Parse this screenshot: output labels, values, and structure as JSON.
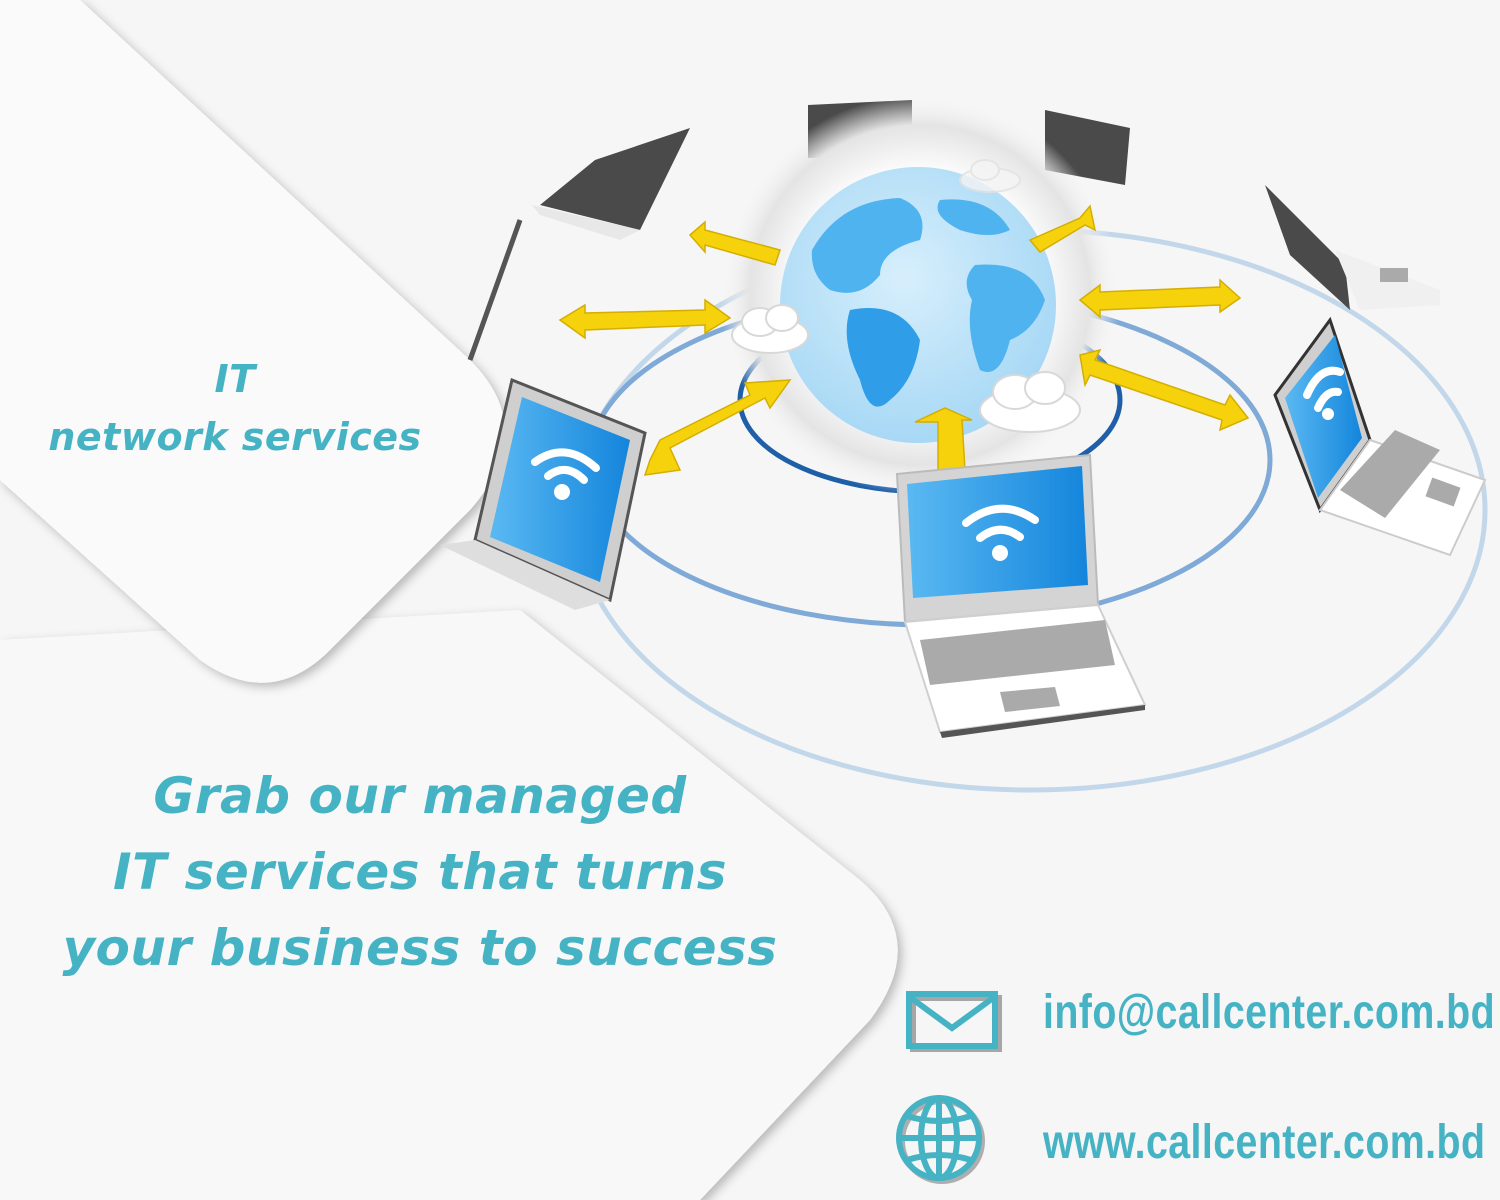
{
  "title": {
    "line1": "IT",
    "line2": "network services"
  },
  "tagline": {
    "line1": "Grab our managed",
    "line2": "IT services that turns",
    "line3": "your business to success"
  },
  "contacts": {
    "email": {
      "icon": "envelope-icon",
      "value": "info@callcenter.com.bd"
    },
    "website": {
      "icon": "globe-icon",
      "value": "www.callcenter.com.bd"
    }
  },
  "illustration": {
    "center": "globe-icon",
    "nodes": "laptop-icon",
    "connectors": "double-arrow-icon",
    "decor": "cloud-icon"
  },
  "colors": {
    "accent_text": "#45b3c4",
    "background": "#f6f6f6",
    "panel": "#f9f9f9",
    "arrow_yellow": "#f5d20c",
    "screen_blue": "#1f8fe0",
    "ring_blue": "#1e5fa8",
    "ring_light": "#b9cfe3"
  }
}
